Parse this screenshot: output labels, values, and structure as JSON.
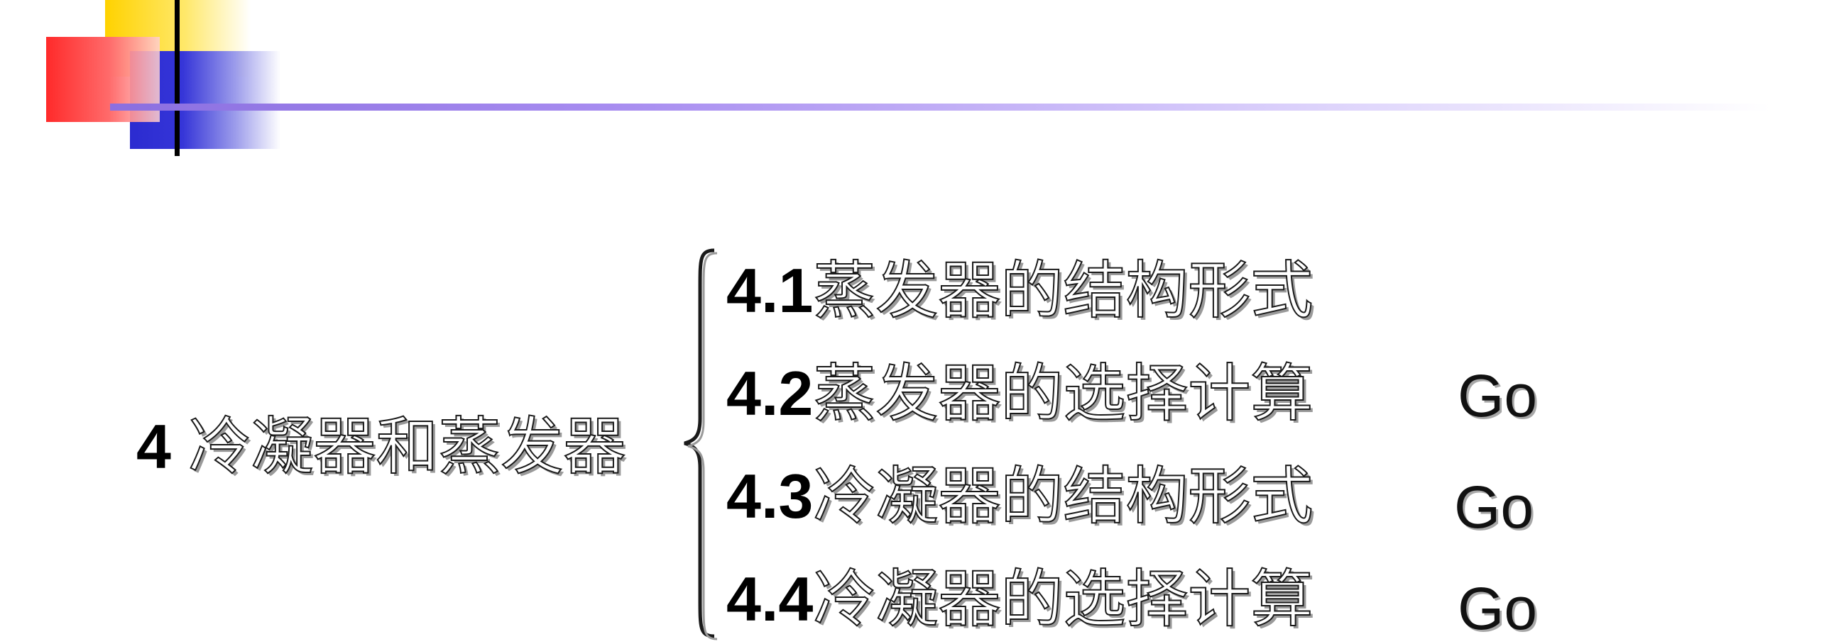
{
  "main": {
    "number": "4",
    "title": " 冷凝器和蒸发器"
  },
  "items": [
    {
      "num": "4.1",
      "text": "蒸发器的结构形式"
    },
    {
      "num": "4.2",
      "text": "蒸发器的选择计算"
    },
    {
      "num": "4.3",
      "text": "冷凝器的结构形式"
    },
    {
      "num": "4.4",
      "text": "冷凝器的选择计算"
    }
  ],
  "links": {
    "go_label": "Go"
  },
  "colors": {
    "accent_yellow": "#ffd200",
    "accent_blue": "#2b2bd0",
    "accent_red": "#ff2a2a",
    "accent_line": "#8b6fe0"
  }
}
